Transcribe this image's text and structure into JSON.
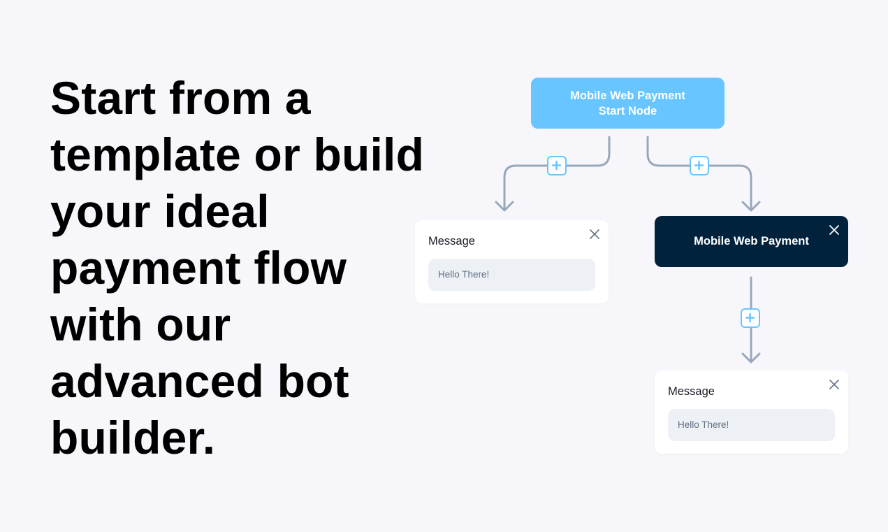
{
  "headline": {
    "lines": [
      "Start from a",
      "template or build",
      "your ideal",
      "payment flow",
      "with our",
      "advanced bot",
      "builder."
    ]
  },
  "flow": {
    "start_node": {
      "line1": "Mobile Web Payment",
      "line2": "Start Node"
    },
    "message_left": {
      "title": "Message",
      "value": "Hello There!"
    },
    "payment_node": {
      "label": "Mobile Web Payment"
    },
    "message_bottom": {
      "title": "Message",
      "value": "Hello There!"
    }
  },
  "icons": {
    "add": "plus-icon",
    "close": "close-icon"
  },
  "colors": {
    "background": "#f7f7fb",
    "start_node": "#68c5ff",
    "payment_node": "#00223d",
    "connector": "#98a8bb",
    "add_accent": "#68c5ff",
    "field": "#edf1f6",
    "close_light": "#6b7889",
    "close_dark": "#ffffff"
  }
}
